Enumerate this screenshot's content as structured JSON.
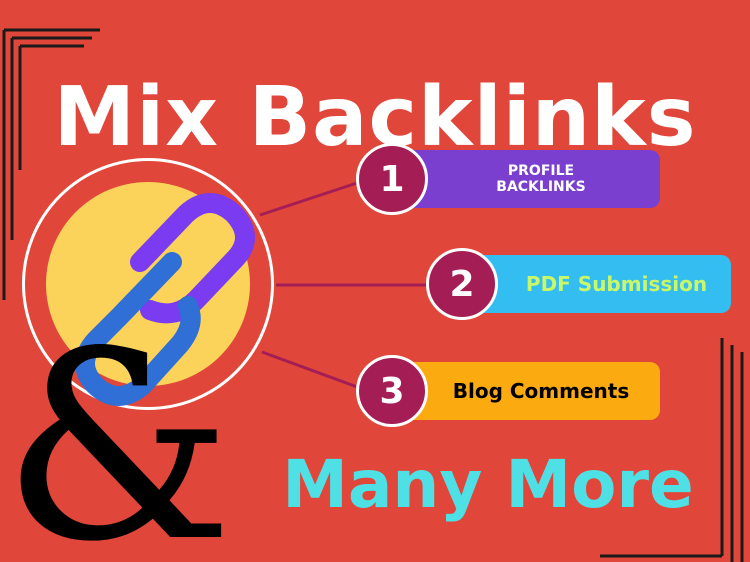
{
  "title": "Mix Backlinks",
  "footer": "Many More",
  "ampersand": "&",
  "items": [
    {
      "number": "1",
      "label": "PROFILE\nBACKLINKS",
      "pill_color": "#7a3fcf",
      "text_color": "#ffffff"
    },
    {
      "number": "2",
      "label": "PDF Submission",
      "pill_color": "#34bdf0",
      "text_color": "#c9f76a"
    },
    {
      "number": "3",
      "label": "Blog Comments",
      "pill_color": "#fbaa10",
      "text_color": "#000000"
    }
  ],
  "colors": {
    "background": "#e0463a",
    "badge": "#a51d55",
    "logo_disc": "#fbd35a",
    "chain_purple": "#7b3bf0",
    "chain_blue": "#2f6fd6",
    "footer_text": "#4fe0e6"
  },
  "icons": {
    "logo": "chain-link-icon"
  }
}
